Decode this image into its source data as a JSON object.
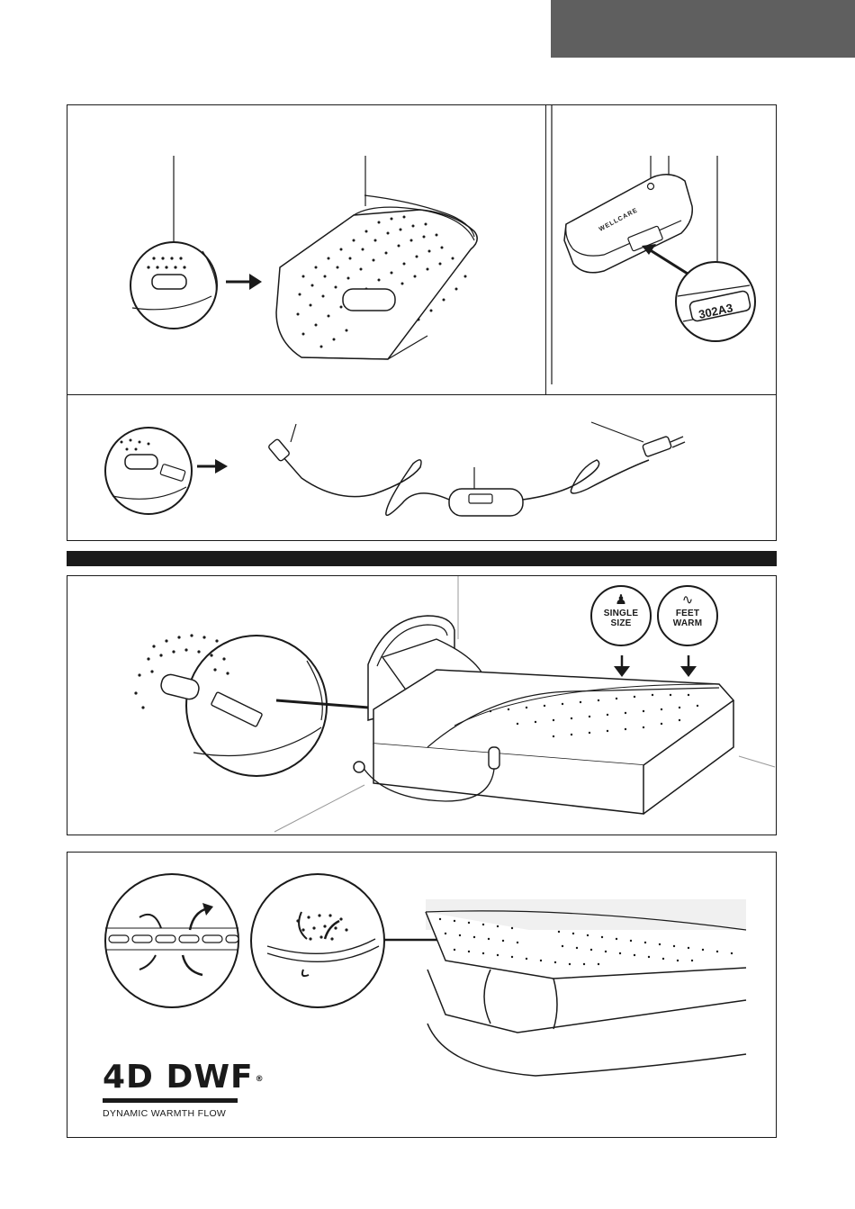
{
  "header": {
    "tab_color": "#5f5f5f"
  },
  "section_1": {
    "controller_brand": "WELLCARE",
    "model_code": "302A3"
  },
  "section_2": {
    "badges": [
      {
        "icon_name": "person-icon",
        "label_line1": "SINGLE",
        "label_line2": "SIZE"
      },
      {
        "icon_name": "foot-warm-icon",
        "label_line1": "FEET",
        "label_line2": "WARM"
      }
    ]
  },
  "section_3": {
    "logo": {
      "mark": "4D DWF",
      "registered": "®",
      "tagline": "DYNAMIC WARMTH FLOW"
    }
  }
}
